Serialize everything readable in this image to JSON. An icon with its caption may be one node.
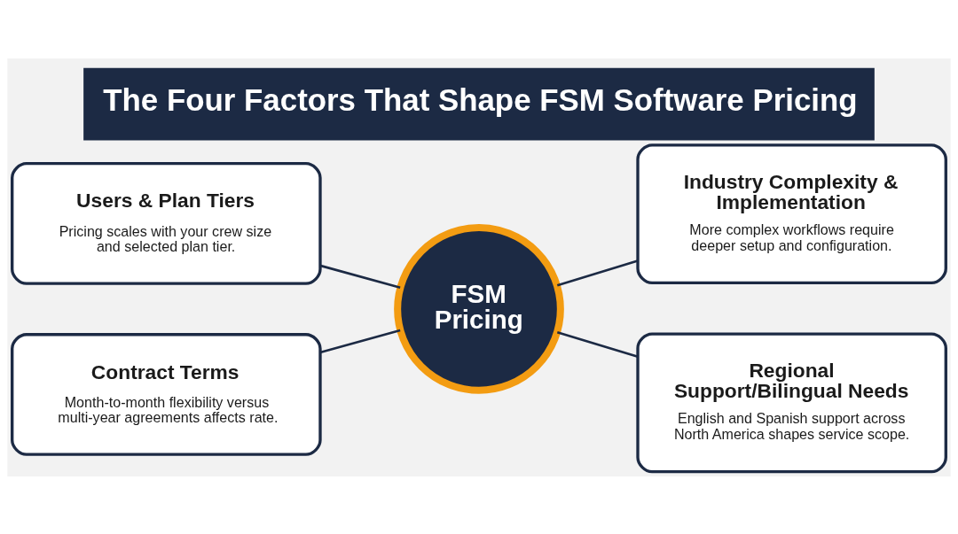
{
  "diagram": {
    "title": "The Four Factors That Shape FSM Software Pricing",
    "nodes": [
      {
        "text": [
          "Users & Plan Tiers",
          "Pricing scales with your crew size and selected plan tier."
        ]
      },
      {
        "text": [
          "Industry Complexity & Implementation",
          "More complex workflows require deeper setup and configuration."
        ]
      },
      {
        "text": [
          "FSM Pricing"
        ]
      },
      {
        "text": [
          "Contract Terms",
          "Month-to-month flexibility versus multi-year agreements affects rate."
        ]
      },
      {
        "text": [
          "Regional Support/Bilingual Needs",
          "English and Spanish support across North America shapes service scope."
        ]
      }
    ],
    "edges": [
      {
        "from": 0,
        "to": 2,
        "arrow": "none"
      },
      {
        "from": 2,
        "to": 1,
        "arrow": "none"
      },
      {
        "from": 3,
        "to": 2,
        "arrow": "none"
      },
      {
        "from": 2,
        "to": 4,
        "arrow": "none"
      }
    ]
  }
}
